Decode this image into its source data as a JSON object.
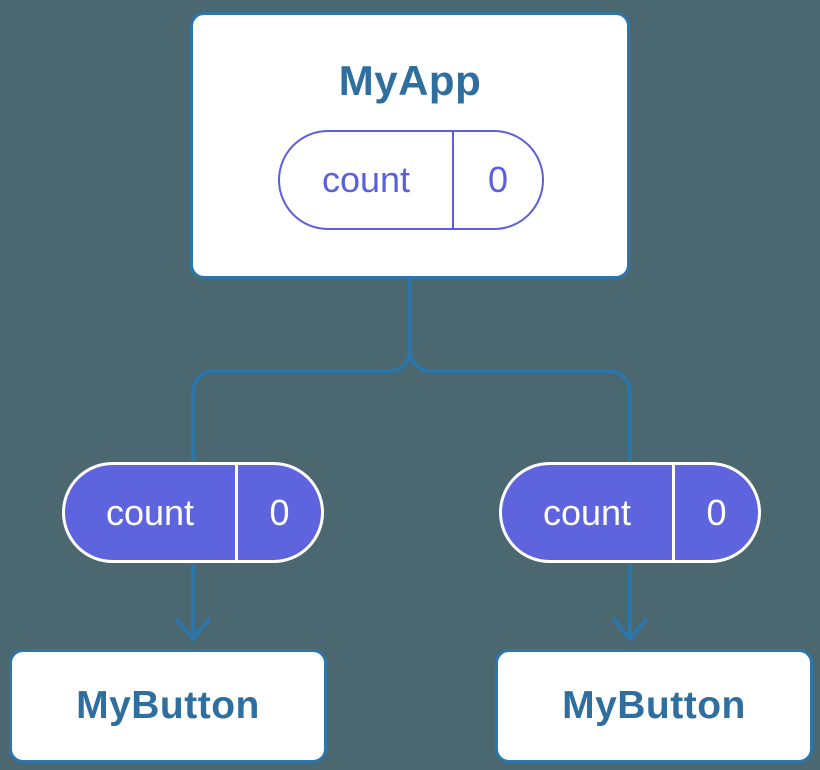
{
  "colors": {
    "background": "#4b6770",
    "connector_line": "#2d76a9",
    "card_border": "#2d76a9",
    "card_background": "#ffffff",
    "node_title_text": "#2e6f9f",
    "state_pill_fill": "#5e63de",
    "state_pill_outline": "#5a5fdc",
    "state_pill_filled_text": "#ffffff"
  },
  "diagram": {
    "root": {
      "label": "MyApp",
      "state": {
        "name": "count",
        "value": "0"
      }
    },
    "children": [
      {
        "label": "MyButton",
        "state": {
          "name": "count",
          "value": "0"
        }
      },
      {
        "label": "MyButton",
        "state": {
          "name": "count",
          "value": "0"
        }
      }
    ]
  }
}
